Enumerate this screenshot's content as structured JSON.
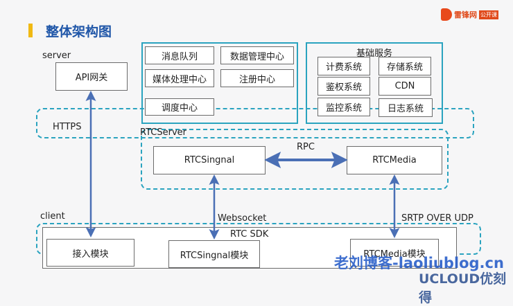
{
  "title": "整体架构图",
  "logo": {
    "icon": "leiphone-logo-icon",
    "name": "雷锋网",
    "badge": "公开课"
  },
  "server": {
    "label": "server",
    "api_gateway": "API网关"
  },
  "core_services": {
    "items": [
      "消息队列",
      "数据管理中心",
      "媒体处理中心",
      "注册中心",
      "调度中心"
    ]
  },
  "base_services": {
    "title": "基础服务",
    "items": [
      "计费系统",
      "存储系统",
      "鉴权系统",
      "CDN",
      "监控系统",
      "日志系统"
    ]
  },
  "https_label": "HTTPS",
  "rtc_server": {
    "label": "RTCServer",
    "signal": "RTCSingnal",
    "media": "RTCMedia",
    "rpc_label": "RPC"
  },
  "links": {
    "websocket": "Websocket",
    "srtp": "SRTP OVER UDP"
  },
  "client": {
    "label": "client",
    "sdk_label": "RTC SDK",
    "modules": [
      "接入模块",
      "RTCSingnal模块",
      "RTCMedia模块"
    ]
  },
  "watermarks": {
    "blog": "老刘博客-laoliublog.cn",
    "brand": "UCLOUD优刻得"
  },
  "colors": {
    "frame": "#2aa3bf",
    "arrow": "#4a6fb5",
    "title": "#1f56a8",
    "accent_bar": "#f0b913"
  }
}
